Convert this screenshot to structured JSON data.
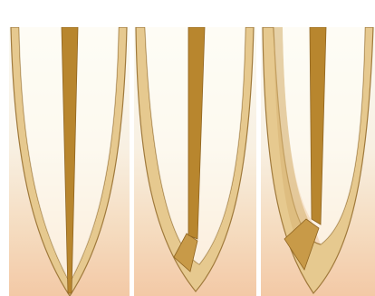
{
  "figure": {
    "panels": [
      {
        "stage": "straight"
      },
      {
        "stage": "ledge"
      },
      {
        "stage": "deeper-ledge"
      }
    ],
    "colors": {
      "background_top": "#fbfaf3",
      "background_mid": "#f6e9d6",
      "background_bottom": "#f3c9a6",
      "canal_wall": "#e6c98f",
      "canal_wall_edge": "#a07a3c",
      "instrument": "#b8862e",
      "instrument_dark": "#8f6420",
      "canal_lumen": "#fffdf6",
      "separator": "#ffffff"
    }
  }
}
